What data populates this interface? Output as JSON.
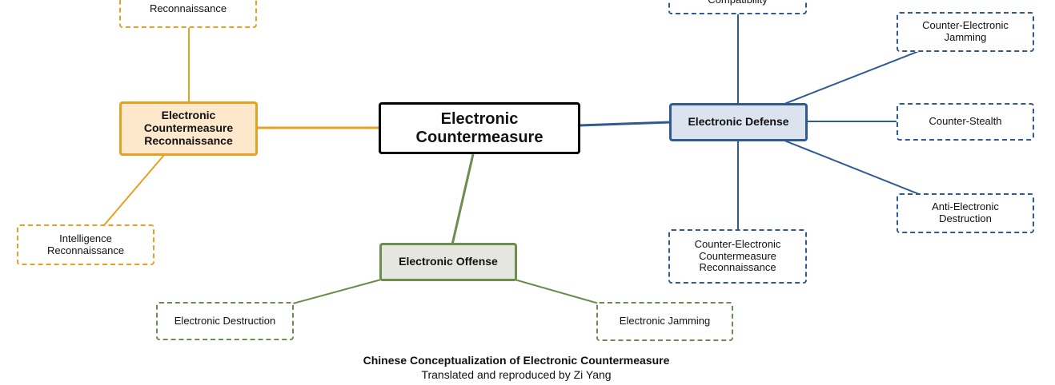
{
  "colors": {
    "core": "#000000",
    "reconnaissance": "#e8a020",
    "reconnaissance_fill": "#fde8cc",
    "defense": "#2f5a92",
    "defense_fill": "#dbe3ef",
    "offense": "#6b8e4e",
    "offense_fill": "#e5e6e0"
  },
  "nodes": {
    "center": "Electronic\nCountermeasure",
    "recon": "Electronic\nCountermeasure\nReconnaissance",
    "recon_top": "Reconnaissance",
    "recon_intel": "Intelligence\nReconnaissance",
    "defense": "Electronic Defense",
    "def_compat": "Compatibility",
    "def_jamming": "Counter-Electronic\nJamming",
    "def_stealth": "Counter-Stealth",
    "def_destruction": "Anti-Electronic\nDestruction",
    "def_recon": "Counter-Electronic\nCountermeasure\nReconnaissance",
    "offense": "Electronic Offense",
    "off_destruction": "Electronic Destruction",
    "off_jamming": "Electronic Jamming"
  },
  "caption": {
    "title": "Chinese Conceptualization of Electronic Countermeasure",
    "credit": "Translated and reproduced by Zi Yang"
  }
}
